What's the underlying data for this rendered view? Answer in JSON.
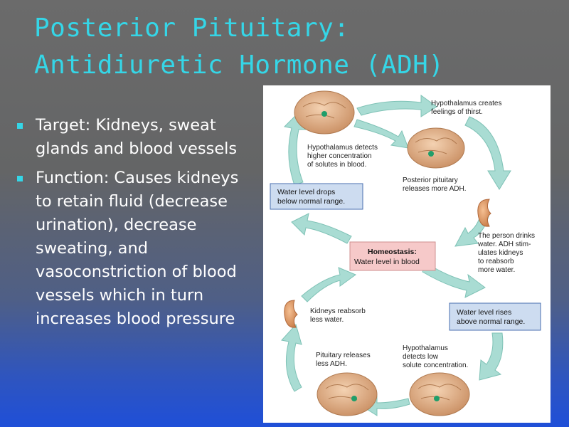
{
  "slide": {
    "title_line1": "Posterior Pituitary:",
    "title_line2": "Antidiuretic Hormone (ADH)",
    "bullets": [
      "Target: Kidneys, sweat glands and blood vessels",
      "Function: Causes kidneys to retain fluid (decrease urination), decrease sweating, and vasoconstriction of blood vessels which in turn increases blood pressure"
    ]
  },
  "diagram": {
    "center": {
      "line1": "Homeostasis:",
      "line2": "Water level in blood"
    },
    "box_drop": {
      "line1": "Water level drops",
      "line2": "below normal range."
    },
    "box_rise": {
      "line1": "Water level rises",
      "line2": "above normal range."
    },
    "label_thirst": {
      "line1": "Hypothalamus creates",
      "line2": "feelings of thirst."
    },
    "label_detects_high": {
      "line1": "Hypothalamus detects",
      "line2": "higher concentration",
      "line3": "of solutes in blood."
    },
    "label_more_adh": {
      "line1": "Posterior pituitary",
      "line2": "releases more ADH."
    },
    "label_drinks": {
      "line1": "The person drinks",
      "line2": "water. ADH stim-",
      "line3": "ulates kidneys",
      "line4": "to reabsorb",
      "line5": "more water."
    },
    "label_reabsorb_less": {
      "line1": "Kidneys reabsorb",
      "line2": "less water."
    },
    "label_less_adh": {
      "line1": "Pituitary releases",
      "line2": "less ADH."
    },
    "label_detects_low": {
      "line1": "Hypothalamus",
      "line2": "detects low",
      "line3": "solute concentration."
    },
    "colors": {
      "arrow": "#a9dcd3",
      "arrow_edge": "#7fc2b6",
      "box_blue": "#cddcf0",
      "box_border": "#4a6fb0",
      "center_pink": "#f6c9c9",
      "brain": "#e6b48a",
      "kidney": "#e6a06a",
      "pituitary": "#1f9e6a"
    }
  }
}
